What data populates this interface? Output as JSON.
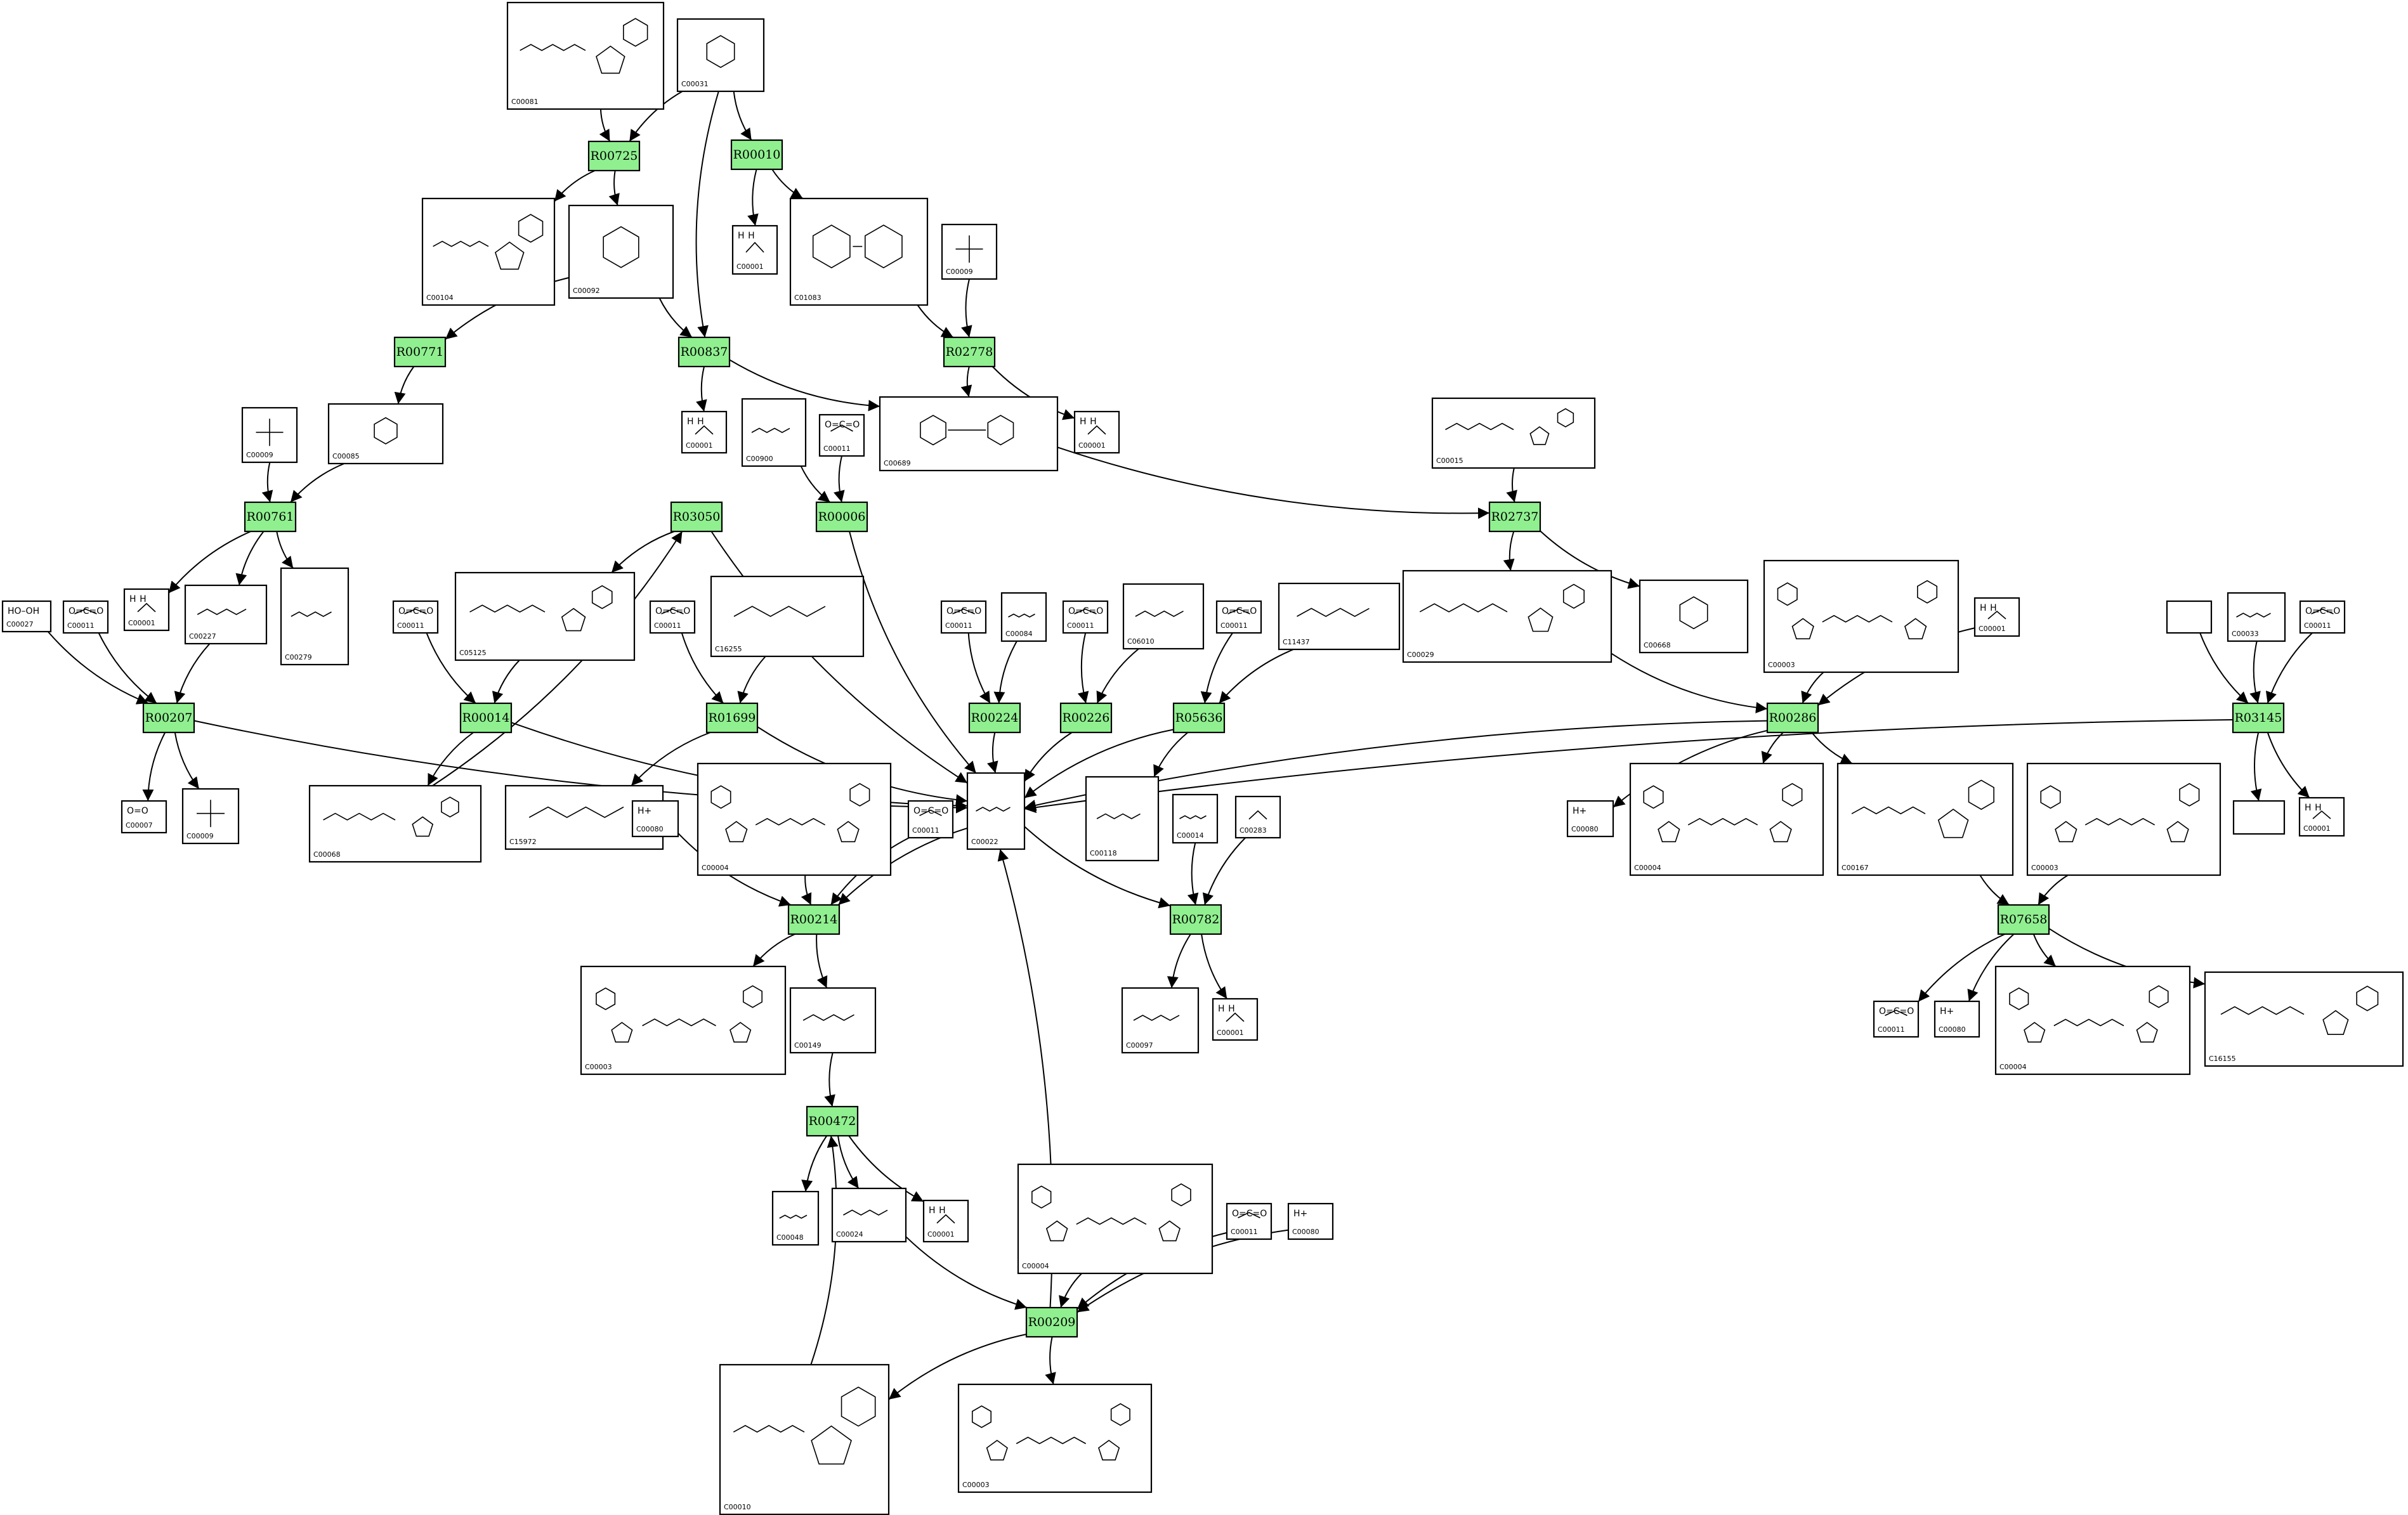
{
  "reactions": [
    {
      "id": "R00725"
    },
    {
      "id": "R00010"
    },
    {
      "id": "R00837"
    },
    {
      "id": "R00771"
    },
    {
      "id": "R02778"
    },
    {
      "id": "R00761"
    },
    {
      "id": "R03050"
    },
    {
      "id": "R00006"
    },
    {
      "id": "R02737"
    },
    {
      "id": "R00207"
    },
    {
      "id": "R00014"
    },
    {
      "id": "R01699"
    },
    {
      "id": "R00224"
    },
    {
      "id": "R00226"
    },
    {
      "id": "R05636"
    },
    {
      "id": "R00286"
    },
    {
      "id": "R03145"
    },
    {
      "id": "R00214"
    },
    {
      "id": "R00782"
    },
    {
      "id": "R07658"
    },
    {
      "id": "R00472"
    },
    {
      "id": "R00209"
    }
  ],
  "compounds": [
    {
      "id": "C00081",
      "label": "C00081",
      "text": ""
    },
    {
      "id": "C00031",
      "label": "C00031",
      "text": ""
    },
    {
      "id": "C00104",
      "label": "C00104",
      "text": ""
    },
    {
      "id": "C00092",
      "label": "C00092",
      "text": ""
    },
    {
      "id": "C00001a",
      "label": "C00001",
      "text": "H  H"
    },
    {
      "id": "C01083",
      "label": "C01083",
      "text": ""
    },
    {
      "id": "C00009a",
      "label": "C00009",
      "text": ""
    },
    {
      "id": "C00009b",
      "label": "C00009",
      "text": ""
    },
    {
      "id": "C00085",
      "label": "C00085",
      "text": ""
    },
    {
      "id": "C00001b",
      "label": "C00001",
      "text": "H  H"
    },
    {
      "id": "C00900",
      "label": "C00900",
      "text": ""
    },
    {
      "id": "C00011a",
      "label": "C00011",
      "text": "O=C=O"
    },
    {
      "id": "C00689",
      "label": "C00689",
      "text": ""
    },
    {
      "id": "C00001c",
      "label": "C00001",
      "text": "H  H"
    },
    {
      "id": "C00015",
      "label": "C00015",
      "text": ""
    },
    {
      "id": "C00001d",
      "label": "C00001",
      "text": "H  H"
    },
    {
      "id": "C00227",
      "label": "C00227",
      "text": ""
    },
    {
      "id": "C00279",
      "label": "C00279",
      "text": ""
    },
    {
      "id": "C00027",
      "label": "C00027",
      "text": "HO–OH"
    },
    {
      "id": "C00011b",
      "label": "C00011",
      "text": "O=C=O"
    },
    {
      "id": "C00011c",
      "label": "C00011",
      "text": "O=C=O"
    },
    {
      "id": "C05125",
      "label": "C05125",
      "text": ""
    },
    {
      "id": "C00011d",
      "label": "C00011",
      "text": "O=C=O"
    },
    {
      "id": "C16255",
      "label": "C16255",
      "text": ""
    },
    {
      "id": "C00011e",
      "label": "C00011",
      "text": "O=C=O"
    },
    {
      "id": "C00084",
      "label": "C00084",
      "text": ""
    },
    {
      "id": "C00011f",
      "label": "C00011",
      "text": "O=C=O"
    },
    {
      "id": "C06010",
      "label": "C06010",
      "text": ""
    },
    {
      "id": "C00011g",
      "label": "C00011",
      "text": "O=C=O"
    },
    {
      "id": "C11437",
      "label": "C11437",
      "text": ""
    },
    {
      "id": "C00029",
      "label": "C00029",
      "text": ""
    },
    {
      "id": "C00668",
      "label": "C00668",
      "text": ""
    },
    {
      "id": "C00003a",
      "label": "C00003",
      "text": ""
    },
    {
      "id": "C00001e",
      "label": "C00001",
      "text": "H  H"
    },
    {
      "id": "Cblank1",
      "label": "",
      "text": ""
    },
    {
      "id": "C00033",
      "label": "C00033",
      "text": ""
    },
    {
      "id": "C00011h",
      "label": "C00011",
      "text": "O=C=O"
    },
    {
      "id": "C00007",
      "label": "C00007",
      "text": "O=O"
    },
    {
      "id": "C00009c",
      "label": "C00009",
      "text": ""
    },
    {
      "id": "C00068",
      "label": "C00068",
      "text": ""
    },
    {
      "id": "C15972",
      "label": "C15972",
      "text": ""
    },
    {
      "id": "C00080a",
      "label": "C00080",
      "text": "H+"
    },
    {
      "id": "C00004a",
      "label": "C00004",
      "text": ""
    },
    {
      "id": "C00011i",
      "label": "C00011",
      "text": "O=C=O"
    },
    {
      "id": "C00022",
      "label": "C00022",
      "text": ""
    },
    {
      "id": "C00118",
      "label": "C00118",
      "text": ""
    },
    {
      "id": "C00014",
      "label": "C00014",
      "text": ""
    },
    {
      "id": "C00283",
      "label": "C00283",
      "text": ""
    },
    {
      "id": "C00080b",
      "label": "C00080",
      "text": "H+"
    },
    {
      "id": "C00004b",
      "label": "C00004",
      "text": ""
    },
    {
      "id": "C00167",
      "label": "C00167",
      "text": ""
    },
    {
      "id": "C00003b",
      "label": "C00003",
      "text": ""
    },
    {
      "id": "Cblank2",
      "label": "",
      "text": ""
    },
    {
      "id": "C00001f",
      "label": "C00001",
      "text": "H  H"
    },
    {
      "id": "C00003c",
      "label": "C00003",
      "text": ""
    },
    {
      "id": "C00149",
      "label": "C00149",
      "text": ""
    },
    {
      "id": "C00097",
      "label": "C00097",
      "text": ""
    },
    {
      "id": "C00001g",
      "label": "C00001",
      "text": "H  H"
    },
    {
      "id": "C00011j",
      "label": "C00011",
      "text": "O=C=O"
    },
    {
      "id": "C00080c",
      "label": "C00080",
      "text": "H+"
    },
    {
      "id": "C00004c",
      "label": "C00004",
      "text": ""
    },
    {
      "id": "C16155",
      "label": "C16155",
      "text": ""
    },
    {
      "id": "C00048",
      "label": "C00048",
      "text": ""
    },
    {
      "id": "C00024",
      "label": "C00024",
      "text": ""
    },
    {
      "id": "C00001h",
      "label": "C00001",
      "text": "H  H"
    },
    {
      "id": "C00004d",
      "label": "C00004",
      "text": ""
    },
    {
      "id": "C00011k",
      "label": "C00011",
      "text": "O=C=O"
    },
    {
      "id": "C00080d",
      "label": "C00080",
      "text": "H+"
    },
    {
      "id": "C00010",
      "label": "C00010",
      "text": ""
    },
    {
      "id": "C00003d",
      "label": "C00003",
      "text": ""
    }
  ],
  "edges": [
    [
      "C00081",
      "R00725"
    ],
    [
      "C00031",
      "R00725"
    ],
    [
      "C00031",
      "R00010"
    ],
    [
      "C00031",
      "R00837"
    ],
    [
      "R00725",
      "C00104"
    ],
    [
      "R00725",
      "C00092"
    ],
    [
      "R00010",
      "C00001a"
    ],
    [
      "R00010",
      "C01083"
    ],
    [
      "C00092",
      "R00771"
    ],
    [
      "C00092",
      "R00837"
    ],
    [
      "C01083",
      "R02778"
    ],
    [
      "C00009a",
      "R02778"
    ],
    [
      "R00771",
      "C00085"
    ],
    [
      "R00837",
      "C00001b"
    ],
    [
      "R00837",
      "C00689"
    ],
    [
      "R02778",
      "C00689"
    ],
    [
      "R02778",
      "C00001c"
    ],
    [
      "C00085",
      "R00761"
    ],
    [
      "C00009b",
      "R00761"
    ],
    [
      "R00761",
      "C00001d"
    ],
    [
      "R00761",
      "C00227"
    ],
    [
      "R00761",
      "C00279"
    ],
    [
      "C00689",
      "R02737"
    ],
    [
      "C00015",
      "R02737"
    ],
    [
      "R02737",
      "C00029"
    ],
    [
      "R02737",
      "C00668"
    ],
    [
      "C00900",
      "R00006"
    ],
    [
      "C00011a",
      "R00006"
    ],
    [
      "C00027",
      "R00207"
    ],
    [
      "C00011b",
      "R00207"
    ],
    [
      "C00227",
      "R00207"
    ],
    [
      "R00207",
      "C00007"
    ],
    [
      "R00207",
      "C00009c"
    ],
    [
      "R00207",
      "C00022"
    ],
    [
      "C00011c",
      "R00014"
    ],
    [
      "C05125",
      "R00014"
    ],
    [
      "R00014",
      "C00068"
    ],
    [
      "R00014",
      "C00022"
    ],
    [
      "C00068",
      "R03050"
    ],
    [
      "R03050",
      "C05125"
    ],
    [
      "R03050",
      "C00022"
    ],
    [
      "R00006",
      "C00022"
    ],
    [
      "C00011d",
      "R01699"
    ],
    [
      "C16255",
      "R01699"
    ],
    [
      "R01699",
      "C15972"
    ],
    [
      "R01699",
      "C00022"
    ],
    [
      "C00011e",
      "R00224"
    ],
    [
      "C00084",
      "R00224"
    ],
    [
      "R00224",
      "C00022"
    ],
    [
      "C00011f",
      "R00226"
    ],
    [
      "C06010",
      "R00226"
    ],
    [
      "R00226",
      "C00022"
    ],
    [
      "C00011g",
      "R05636"
    ],
    [
      "C11437",
      "R05636"
    ],
    [
      "R05636",
      "C00118"
    ],
    [
      "R05636",
      "C00022"
    ],
    [
      "C00029",
      "R00286"
    ],
    [
      "C00003a",
      "R00286"
    ],
    [
      "C00001e",
      "R00286"
    ],
    [
      "R00286",
      "C00080b"
    ],
    [
      "R00286",
      "C00004b"
    ],
    [
      "R00286",
      "C00167"
    ],
    [
      "R00286",
      "C00022"
    ],
    [
      "Cblank1",
      "R03145"
    ],
    [
      "C00033",
      "R03145"
    ],
    [
      "C00011h",
      "R03145"
    ],
    [
      "R03145",
      "Cblank2"
    ],
    [
      "R03145",
      "C00001f"
    ],
    [
      "R03145",
      "C00022"
    ],
    [
      "C00080a",
      "R00214"
    ],
    [
      "C00004a",
      "R00214"
    ],
    [
      "C00011i",
      "R00214"
    ],
    [
      "C00022",
      "R00214"
    ],
    [
      "R00214",
      "C00003c"
    ],
    [
      "R00214",
      "C00149"
    ],
    [
      "C00022",
      "R00782"
    ],
    [
      "C00014",
      "R00782"
    ],
    [
      "C00283",
      "R00782"
    ],
    [
      "R00782",
      "C00097"
    ],
    [
      "R00782",
      "C00001g"
    ],
    [
      "C00167",
      "R07658"
    ],
    [
      "C00003b",
      "R07658"
    ],
    [
      "R07658",
      "C00011j"
    ],
    [
      "R07658",
      "C00080c"
    ],
    [
      "R07658",
      "C00004c"
    ],
    [
      "R07658",
      "C16155"
    ],
    [
      "C00149",
      "R00472"
    ],
    [
      "C00010",
      "R00472"
    ],
    [
      "R00472",
      "C00048"
    ],
    [
      "R00472",
      "C00024"
    ],
    [
      "R00472",
      "C00001h"
    ],
    [
      "C00024",
      "R00209"
    ],
    [
      "C00004d",
      "R00209"
    ],
    [
      "C00011k",
      "R00209"
    ],
    [
      "C00080d",
      "R00209"
    ],
    [
      "R00209",
      "C00010"
    ],
    [
      "R00209",
      "C00003d"
    ],
    [
      "R00209",
      "C00022"
    ]
  ]
}
